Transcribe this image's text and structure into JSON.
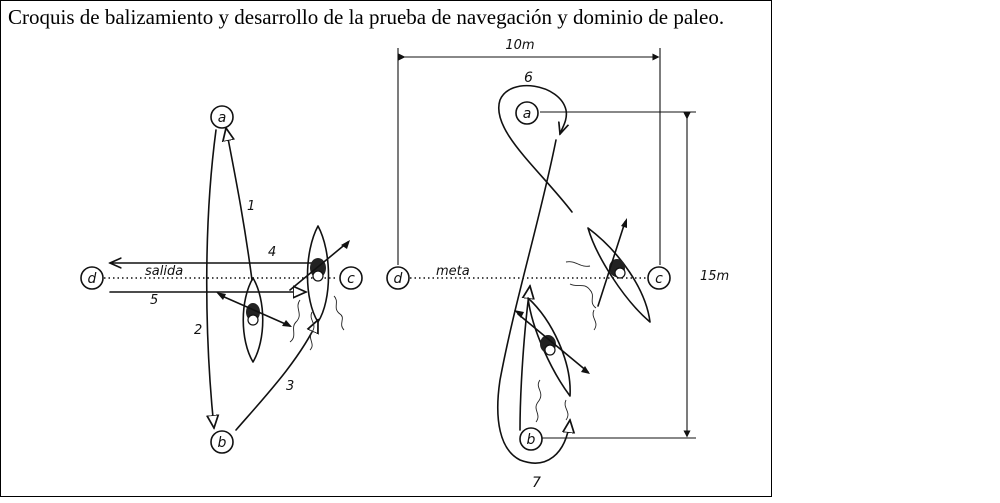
{
  "caption": "Croquis de balizamiento y desarrollo de la prueba de navegación y dominio de paleo.",
  "left_sketch": {
    "buoys": {
      "a": "a",
      "b": "b",
      "c": "c",
      "d": "d"
    },
    "labels": {
      "start": "salida",
      "leg1": "1",
      "leg2": "2",
      "leg3": "3",
      "leg4": "4",
      "leg5": "5"
    }
  },
  "right_sketch": {
    "buoys": {
      "a": "a",
      "b": "b",
      "c": "c",
      "d": "d"
    },
    "labels": {
      "finish": "meta",
      "leg6": "6",
      "leg7": "7"
    },
    "dimensions": {
      "width": "10m",
      "length": "15m"
    }
  }
}
